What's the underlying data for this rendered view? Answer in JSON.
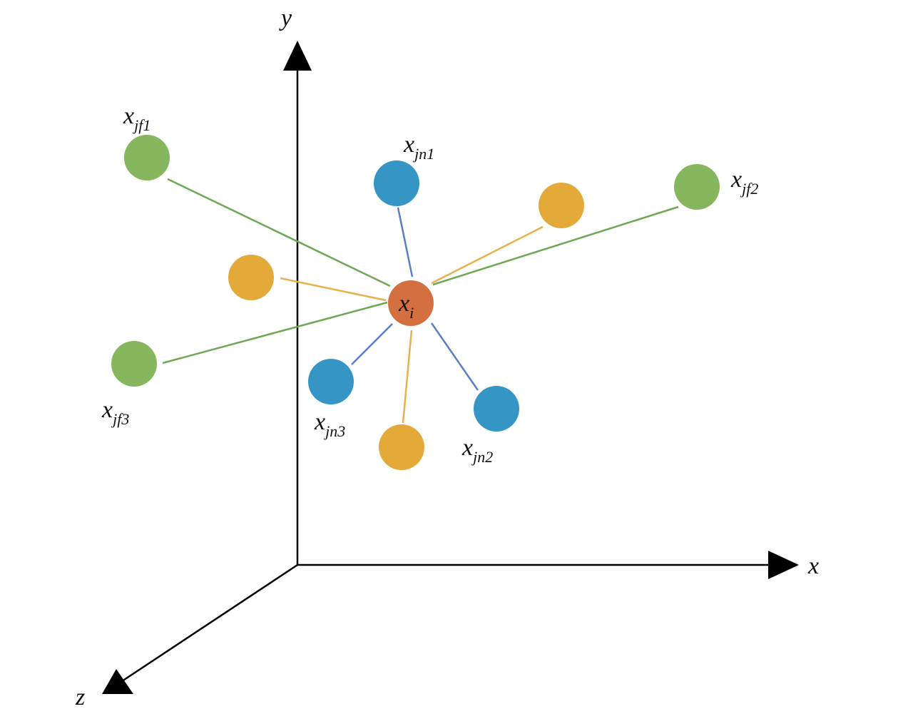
{
  "colors": {
    "background": "#ffffff",
    "axis": "#000000",
    "center_node": "#d4703f",
    "near_node": "#3596c6",
    "near_link": "#5b7fc4",
    "far_node": "#86b65e",
    "far_link": "#6fa855",
    "random_node": "#e3aa3a",
    "random_link": "#e6b24e"
  },
  "axes": {
    "x": {
      "base": "x",
      "sub": ""
    },
    "y": {
      "base": "y",
      "sub": ""
    },
    "z": {
      "base": "z",
      "sub": ""
    }
  },
  "nodes": {
    "center": {
      "base": "x",
      "sub": "i"
    },
    "jn1": {
      "base": "x",
      "sub": "jn1"
    },
    "jn2": {
      "base": "x",
      "sub": "jn2"
    },
    "jn3": {
      "base": "x",
      "sub": "jn3"
    },
    "jf1": {
      "base": "x",
      "sub": "jf1"
    },
    "jf2": {
      "base": "x",
      "sub": "jf2"
    },
    "jf3": {
      "base": "x",
      "sub": "jf3"
    }
  }
}
